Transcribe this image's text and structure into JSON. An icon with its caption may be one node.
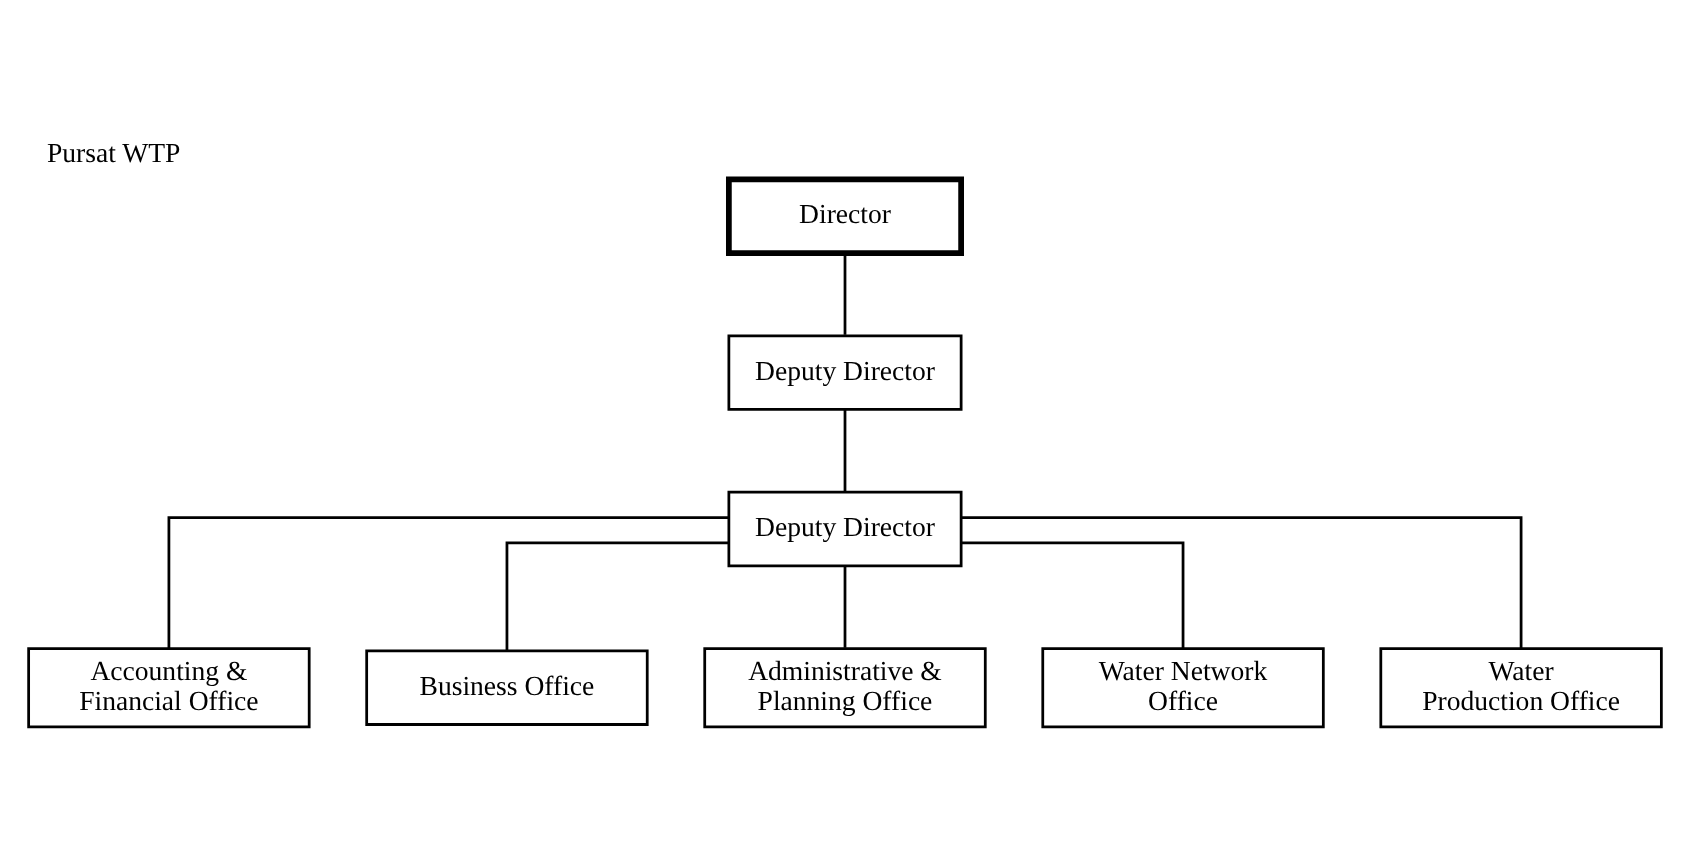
{
  "diagram": {
    "title": "Pursat WTP",
    "nodes": [
      {
        "text": [
          "Director"
        ]
      },
      {
        "text": [
          "Deputy Director"
        ]
      },
      {
        "text": [
          "Deputy Director"
        ]
      },
      {
        "text": [
          "Accounting & Financial Office"
        ]
      },
      {
        "text": [
          "Business Office"
        ]
      },
      {
        "text": [
          "Administrative & Planning Office"
        ]
      },
      {
        "text": [
          "Water Network Office"
        ]
      },
      {
        "text": [
          "Water Production Office"
        ]
      }
    ],
    "edges": [
      {
        "from": 0,
        "to": 1,
        "arrow": "none"
      },
      {
        "from": 1,
        "to": 2,
        "arrow": "none"
      },
      {
        "from": 2,
        "to": 3,
        "arrow": "none"
      },
      {
        "from": 2,
        "to": 4,
        "arrow": "none"
      },
      {
        "from": 2,
        "to": 5,
        "arrow": "none"
      },
      {
        "from": 2,
        "to": 6,
        "arrow": "none"
      },
      {
        "from": 2,
        "to": 7,
        "arrow": "none"
      }
    ]
  }
}
